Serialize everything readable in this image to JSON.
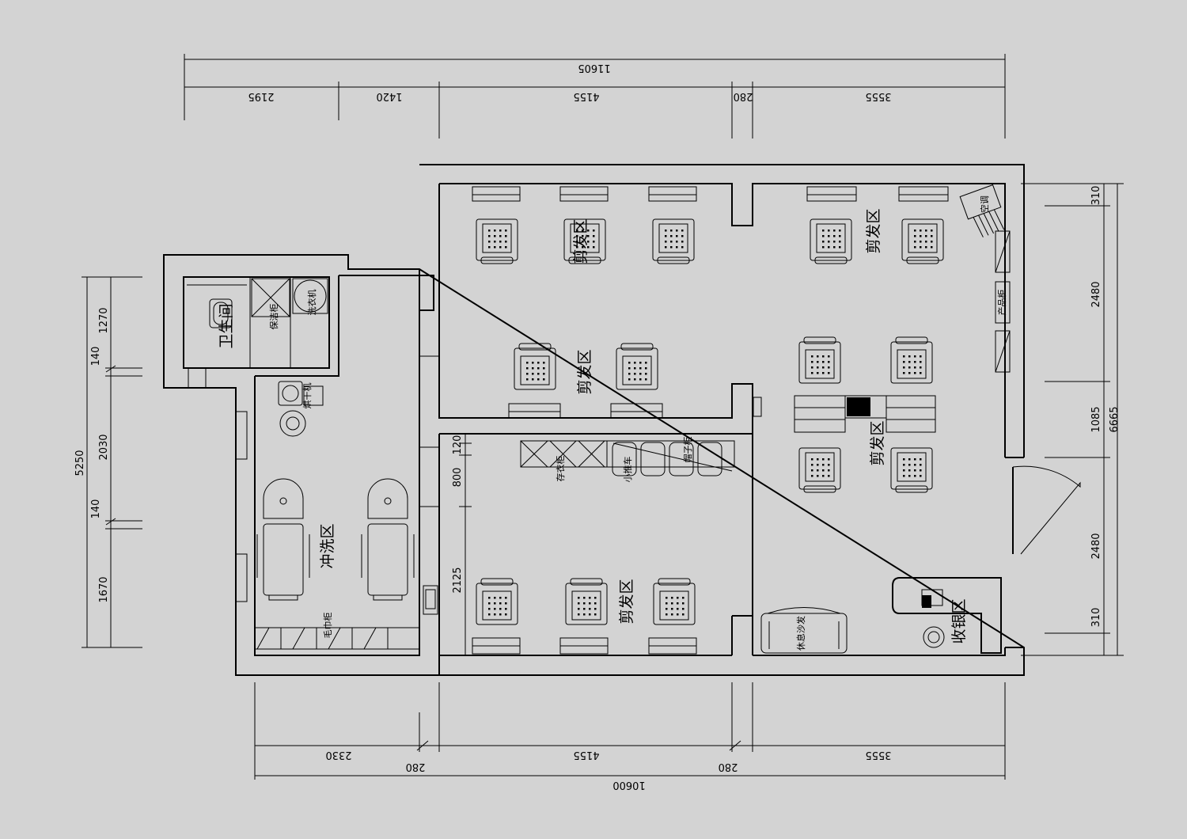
{
  "dimensions": {
    "top_total": "11605",
    "top_1": "2195",
    "top_2": "1420",
    "top_3": "4155",
    "top_4": "280",
    "top_5": "3555",
    "bottom_total": "10600",
    "bottom_1": "2330",
    "bottom_2": "280",
    "bottom_3": "4155",
    "bottom_4": "280",
    "bottom_5": "3555",
    "left_total": "5250",
    "left_1": "1270",
    "left_2": "140",
    "left_3": "2030",
    "left_4": "140",
    "left_5": "1670",
    "right_total": "6665",
    "right_1": "310",
    "right_2": "2480",
    "right_3": "1085",
    "right_4": "2480",
    "right_5": "310",
    "inner_1": "120",
    "inner_2": "800",
    "inner_3": "2125"
  },
  "rooms": {
    "toilet": "卫生间",
    "wash": "冲洗区",
    "cut_top_a": "剪发区",
    "cut_top_b": "剪发区",
    "cut_right_top": "剪发区",
    "cut_right_mid": "剪发区",
    "cut_bottom": "剪发区",
    "cashier": "收银区"
  },
  "labels": {
    "cleaning_cabinet": "保洁柜",
    "washing_machine": "洗衣机",
    "dryer": "烘干机",
    "towel_cabinet": "毛巾柜",
    "storage_cabinet": "存衣柜",
    "cart": "小推车",
    "hat_rack": "帽子柜",
    "product_cabinet": "产品柜",
    "sofa": "休息沙发",
    "ac": "空调"
  }
}
